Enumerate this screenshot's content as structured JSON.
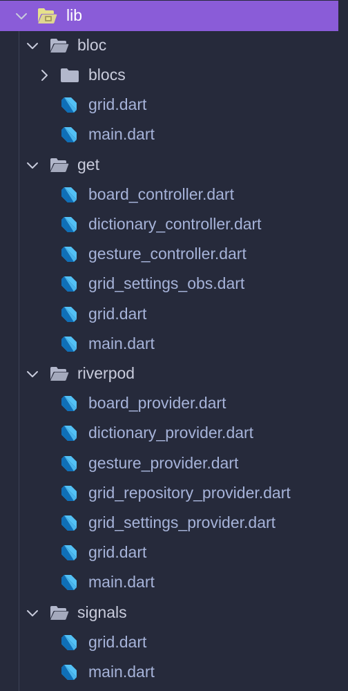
{
  "colors": {
    "background": "#262a3b",
    "selection": "#8a5cd8",
    "folder_text": "#c9ccdc",
    "file_text": "#a6b3d9",
    "dart_light": "#53c1f5",
    "dart_dark": "#0f6fb7",
    "folder_icon": "#b2b7cb",
    "lib_folder_icon": "#e6e18c"
  },
  "tree": [
    {
      "type": "folder",
      "label": "lib",
      "depth": 0,
      "expanded": true,
      "selected": true,
      "icon": "lib-folder-open-icon"
    },
    {
      "type": "folder",
      "label": "bloc",
      "depth": 1,
      "expanded": true,
      "icon": "folder-open-icon"
    },
    {
      "type": "folder",
      "label": "blocs",
      "depth": 2,
      "expanded": false,
      "icon": "folder-closed-icon"
    },
    {
      "type": "file",
      "label": "grid.dart",
      "depth": 2,
      "icon": "dart-file-icon"
    },
    {
      "type": "file",
      "label": "main.dart",
      "depth": 2,
      "icon": "dart-file-icon"
    },
    {
      "type": "folder",
      "label": "get",
      "depth": 1,
      "expanded": true,
      "icon": "folder-open-icon"
    },
    {
      "type": "file",
      "label": "board_controller.dart",
      "depth": 2,
      "icon": "dart-file-icon"
    },
    {
      "type": "file",
      "label": "dictionary_controller.dart",
      "depth": 2,
      "icon": "dart-file-icon"
    },
    {
      "type": "file",
      "label": "gesture_controller.dart",
      "depth": 2,
      "icon": "dart-file-icon"
    },
    {
      "type": "file",
      "label": "grid_settings_obs.dart",
      "depth": 2,
      "icon": "dart-file-icon"
    },
    {
      "type": "file",
      "label": "grid.dart",
      "depth": 2,
      "icon": "dart-file-icon"
    },
    {
      "type": "file",
      "label": "main.dart",
      "depth": 2,
      "icon": "dart-file-icon"
    },
    {
      "type": "folder",
      "label": "riverpod",
      "depth": 1,
      "expanded": true,
      "icon": "folder-open-icon"
    },
    {
      "type": "file",
      "label": "board_provider.dart",
      "depth": 2,
      "icon": "dart-file-icon"
    },
    {
      "type": "file",
      "label": "dictionary_provider.dart",
      "depth": 2,
      "icon": "dart-file-icon"
    },
    {
      "type": "file",
      "label": "gesture_provider.dart",
      "depth": 2,
      "icon": "dart-file-icon"
    },
    {
      "type": "file",
      "label": "grid_repository_provider.dart",
      "depth": 2,
      "icon": "dart-file-icon"
    },
    {
      "type": "file",
      "label": "grid_settings_provider.dart",
      "depth": 2,
      "icon": "dart-file-icon"
    },
    {
      "type": "file",
      "label": "grid.dart",
      "depth": 2,
      "icon": "dart-file-icon"
    },
    {
      "type": "file",
      "label": "main.dart",
      "depth": 2,
      "icon": "dart-file-icon"
    },
    {
      "type": "folder",
      "label": "signals",
      "depth": 1,
      "expanded": true,
      "icon": "folder-open-icon"
    },
    {
      "type": "file",
      "label": "grid.dart",
      "depth": 2,
      "icon": "dart-file-icon"
    },
    {
      "type": "file",
      "label": "main.dart",
      "depth": 2,
      "icon": "dart-file-icon"
    }
  ]
}
